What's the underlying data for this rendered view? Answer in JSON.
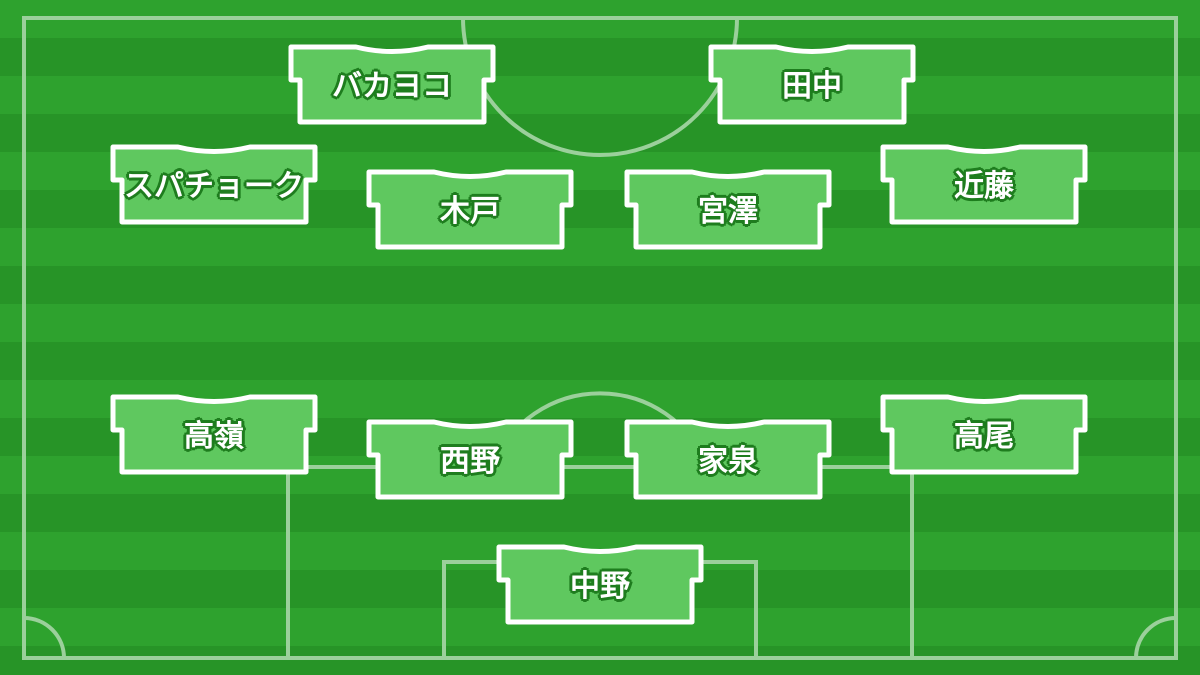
{
  "colors": {
    "pitch_light": "#2ea22e",
    "pitch_dark": "#279427",
    "line": "#9bd09b",
    "shirt_fill": "#5fc85f",
    "shirt_border": "#ffffff",
    "name_outline": "#1e7d1e"
  },
  "lineup": {
    "forwards": [
      {
        "name": "バカヨコ"
      },
      {
        "name": "田中"
      }
    ],
    "midfielders": [
      {
        "name": "スパチョーク"
      },
      {
        "name": "木戸"
      },
      {
        "name": "宮澤"
      },
      {
        "name": "近藤"
      }
    ],
    "defenders": [
      {
        "name": "高嶺"
      },
      {
        "name": "西野"
      },
      {
        "name": "家泉"
      },
      {
        "name": "高尾"
      }
    ],
    "goalkeeper": {
      "name": "中野"
    }
  }
}
